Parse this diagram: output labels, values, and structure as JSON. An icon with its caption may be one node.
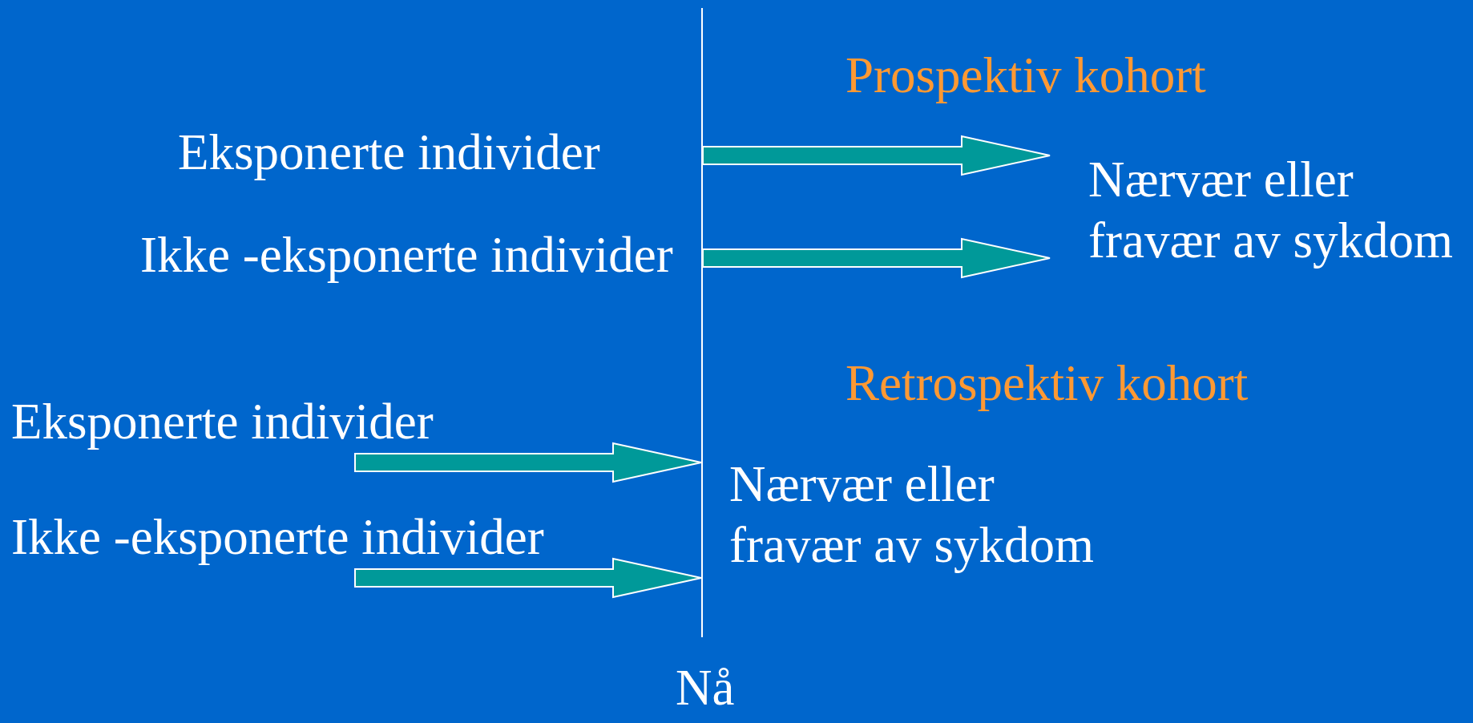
{
  "diagram": {
    "nodes": [
      {
        "text": [],
        "shape": "bar",
        "beside": [
          "Nå"
        ]
      },
      {
        "text": [
          "Nærvær eller fravær av sykdom"
        ]
      },
      {
        "text": [
          "Nærvær eller fravær av sykdom"
        ]
      }
    ],
    "edges": [
      {
        "from": 0,
        "to": 1,
        "arrow": "to"
      },
      {
        "from": 0,
        "to": 1,
        "arrow": "to"
      },
      {
        "from": null,
        "to": 0,
        "arrow": "to"
      },
      {
        "from": null,
        "to": 0,
        "arrow": "to"
      }
    ],
    "labels": [
      "Prospektiv kohort",
      "Eksponerte individer",
      "Ikke -eksponerte individer",
      "Retrospektiv kohort",
      "Eksponerte individer",
      "Ikke -eksponerte individer"
    ]
  }
}
